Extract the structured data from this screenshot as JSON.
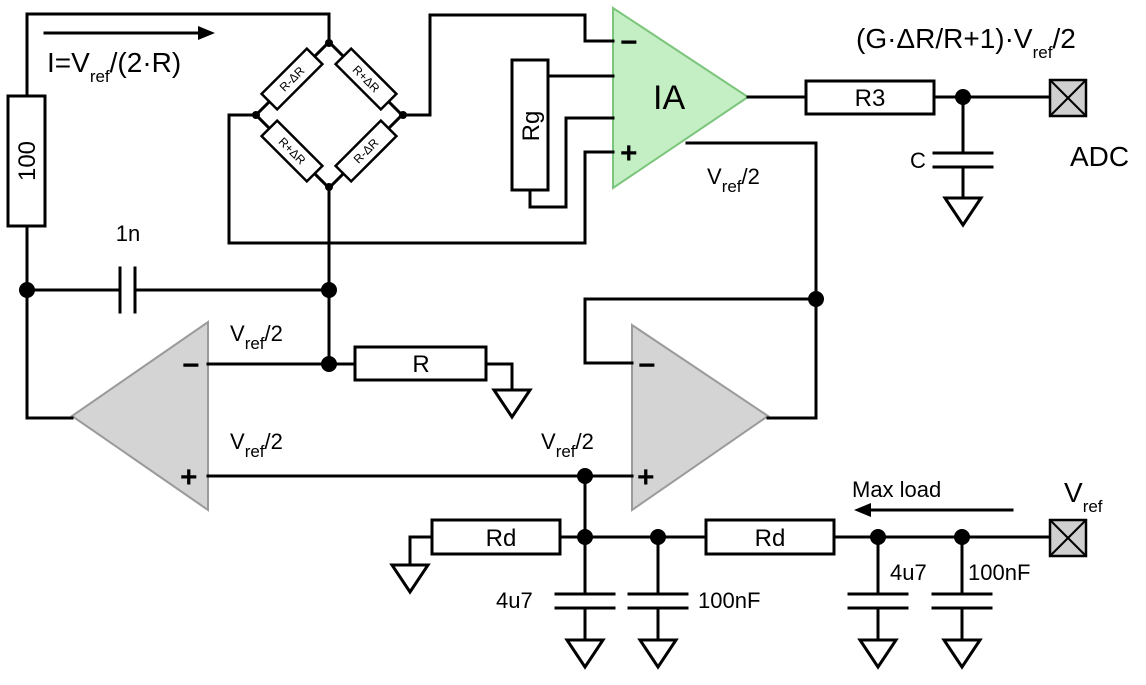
{
  "labels": {
    "current_main": "I=V",
    "current_sub": "ref",
    "current_tail": "/(2·R)",
    "output_formula_main": "(G·ΔR/R+1)·V",
    "output_formula_sub": "ref",
    "output_formula_tail": "/2",
    "adc": "ADC",
    "vref_main": "V",
    "vref_sub": "ref",
    "vhalf_main": "V",
    "vhalf_sub": "ref",
    "vhalf_tail": "/2",
    "max_load": "Max load"
  },
  "components": {
    "r100": "100",
    "cap_1n": "1n",
    "bridge_top_left": "R-ΔR",
    "bridge_top_right": "R+ΔR",
    "bridge_bottom_left": "R+ΔR",
    "bridge_bottom_right": "R-ΔR",
    "rg": "Rg",
    "ia": "IA",
    "r3": "R3",
    "c": "C",
    "r": "R",
    "rd_left": "Rd",
    "rd_right": "Rd",
    "cap_4u7_left": "4u7",
    "cap_100nf_left": "100nF",
    "cap_4u7_right": "4u7",
    "cap_100nf_right": "100nF",
    "minus": "−",
    "plus": "+"
  },
  "colors": {
    "ia_fill": "#c4efc4",
    "ia_stroke": "#7cc57c",
    "opamp_fill": "#d4d4d4",
    "opamp_stroke": "#9a9a9a",
    "terminal_fill": "#cfcfcf"
  }
}
